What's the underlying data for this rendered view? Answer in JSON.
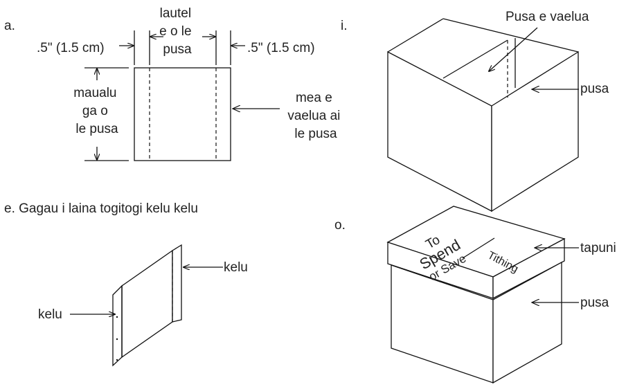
{
  "panel_a": {
    "letter": "a.",
    "width_label": [
      "lautel",
      "e o le",
      "pusa"
    ],
    "margin_left": ".5\" (1.5 cm)",
    "margin_right": ".5\" (1.5 cm)",
    "length_label": [
      "maualu",
      "ga o",
      "le pusa"
    ],
    "divider_label": [
      "mea e",
      "vaelua ai",
      "le pusa"
    ]
  },
  "panel_i": {
    "letter": "i.",
    "divider_label": "Pusa e vaelua",
    "box_label": "pusa"
  },
  "panel_e": {
    "caption": "e. Gagau i laina togitogi kelu  kelu",
    "tab_right": "kelu",
    "tab_left": "kelu"
  },
  "panel_o": {
    "letter": "o.",
    "lid_text": [
      "To",
      "Spend",
      "or Save"
    ],
    "lid_text_2": "Tithing",
    "lid_label": "tapuni",
    "box_label": "pusa"
  }
}
